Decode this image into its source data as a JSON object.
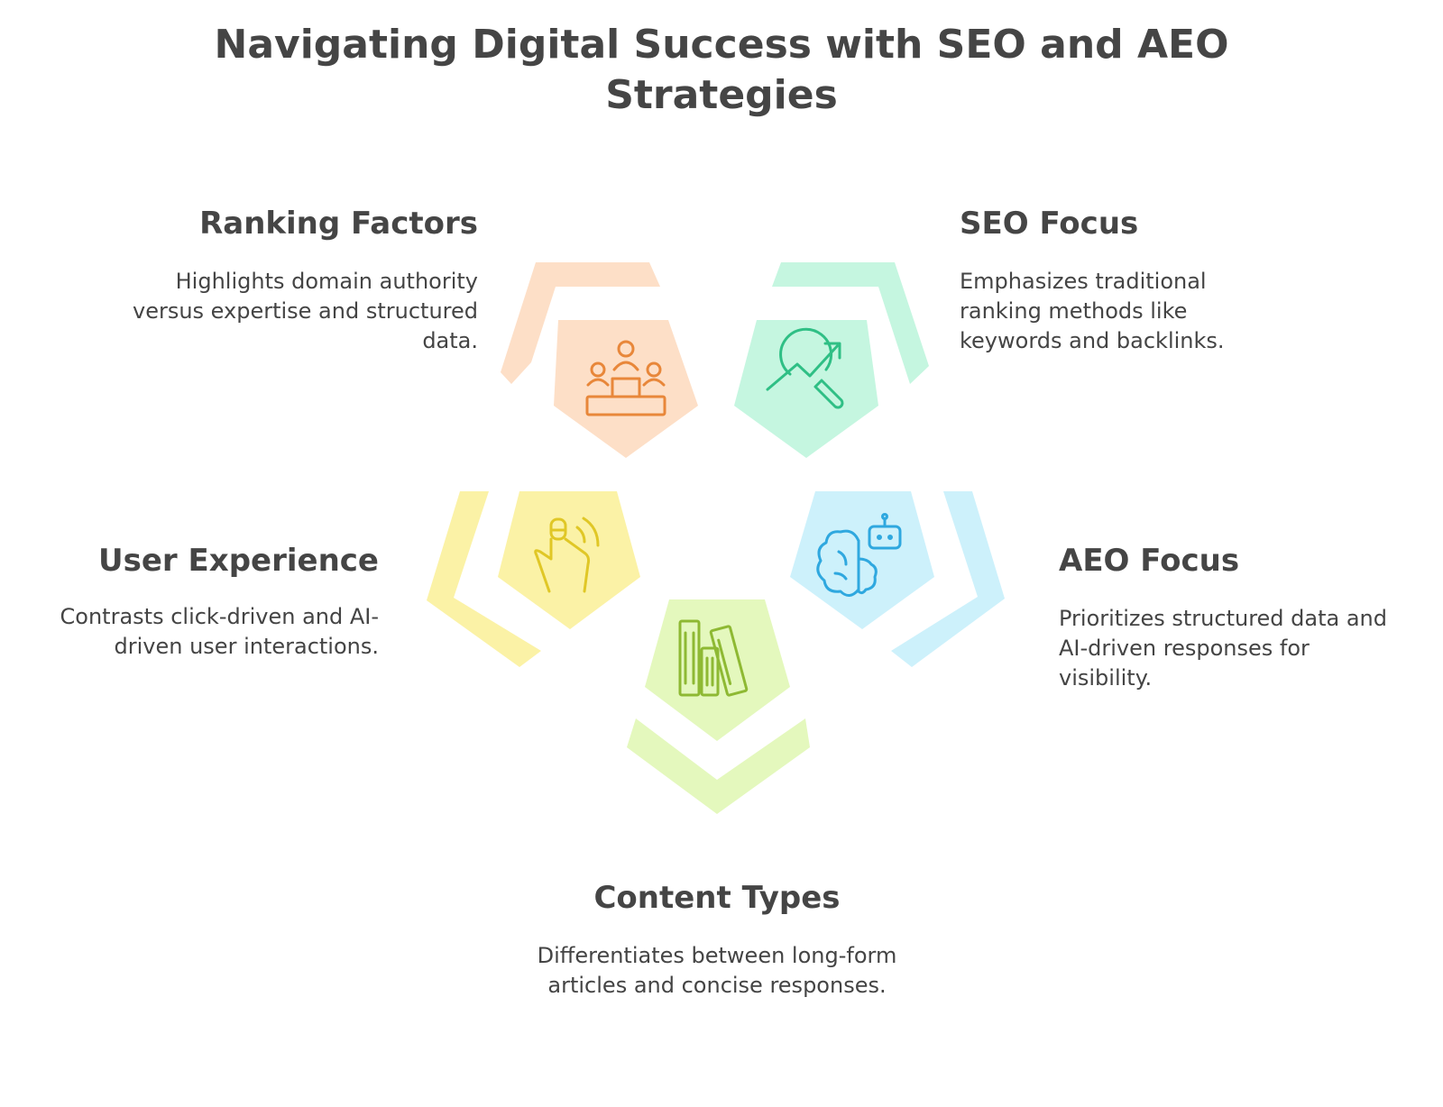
{
  "title": "Navigating Digital Success with SEO and AEO Strategies",
  "colors": {
    "ranking": "#fddfc7",
    "ranking_icon": "#e8873a",
    "seo": "#c5f6e0",
    "seo_icon": "#2fbf85",
    "aeo": "#cdf1fb",
    "aeo_icon": "#2fa8df",
    "content": "#e4f8bd",
    "content_icon": "#8eb933",
    "user": "#fbf2a6",
    "user_icon": "#e0c726"
  },
  "segments": {
    "ranking": {
      "heading": "Ranking Factors",
      "description": "Highlights domain authority versus expertise and structured data.",
      "icon": "podium-icon"
    },
    "seo": {
      "heading": "SEO Focus",
      "description": "Emphasizes traditional ranking methods like keywords and backlinks.",
      "icon": "search-trend-icon"
    },
    "aeo": {
      "heading": "AEO Focus",
      "description": "Prioritizes structured data and AI-driven responses for visibility.",
      "icon": "brain-robot-icon"
    },
    "content": {
      "heading": "Content Types",
      "description": "Differentiates between long-form articles and concise responses.",
      "icon": "books-icon"
    },
    "user": {
      "heading": "User Experience",
      "description": "Contrasts click-driven and AI-driven user interactions.",
      "icon": "tap-gesture-icon"
    }
  }
}
